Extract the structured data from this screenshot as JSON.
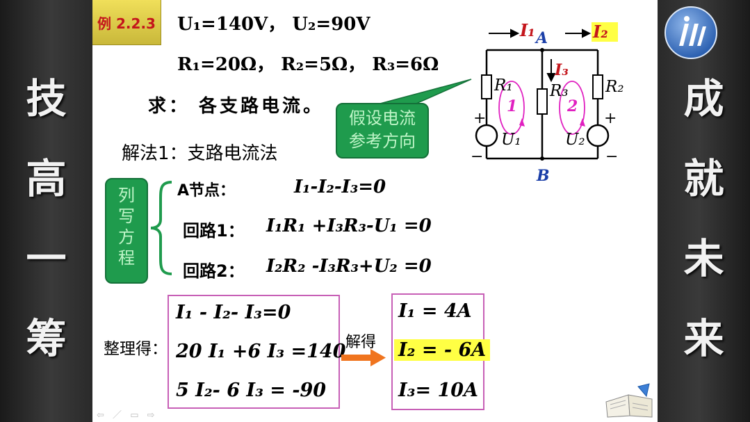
{
  "sidebar_left": [
    "技",
    "高",
    "一",
    "筹"
  ],
  "sidebar_right": [
    "成",
    "就",
    "未",
    "来"
  ],
  "example_tag": "例 2.2.3",
  "given": {
    "line1": "U₁=140V，  U₂=90V",
    "line2": "R₁=20Ω，  R₂=5Ω，  R₃=6Ω"
  },
  "question": "求：  各支路电流。",
  "method": "解法1：支路电流法",
  "callout_assume": "假设电流参考方向",
  "callout_assume_l1": "假设电流",
  "callout_assume_l2": "参考方向",
  "equations_label": [
    "列",
    "写",
    "方",
    "程"
  ],
  "equations": [
    {
      "label": "A节点：",
      "expr": "I₁-I₂-I₃=0"
    },
    {
      "label": "回路1：",
      "expr": "I₁R₁ +I₃R₃-U₁ =0"
    },
    {
      "label": "回路2：",
      "expr": "I₂R₂ -I₃R₃+U₂ =0"
    }
  ],
  "arrange_label": "整理得：",
  "system": [
    "I₁ - I₂- I₃=0",
    "20 I₁ +6 I₃ =140",
    "5 I₂- 6 I₃ = -90"
  ],
  "solve_label": "解得",
  "results": [
    "I₁ = 4A",
    "I₂ = - 6A",
    "I₃= 10A"
  ],
  "circuit": {
    "node_a": "A",
    "node_b": "B",
    "i1": "I₁",
    "i2": "I₂",
    "i3": "I₃",
    "r1": "R₁",
    "r2": "R₂",
    "r3": "R₃",
    "u1": "U₁",
    "u2": "U₂",
    "loop1": "1",
    "loop2": "2",
    "plus": "+",
    "minus": "−"
  },
  "colors": {
    "tag_bg": "#e8d64a",
    "tag_text": "#c4161c",
    "callout_bg": "#1f9b4d",
    "current_red": "#c4161c",
    "node_blue": "#1b3fa8",
    "loop_magenta": "#e020c0",
    "highlight": "#ffff44",
    "arrow_orange": "#f0741e"
  }
}
